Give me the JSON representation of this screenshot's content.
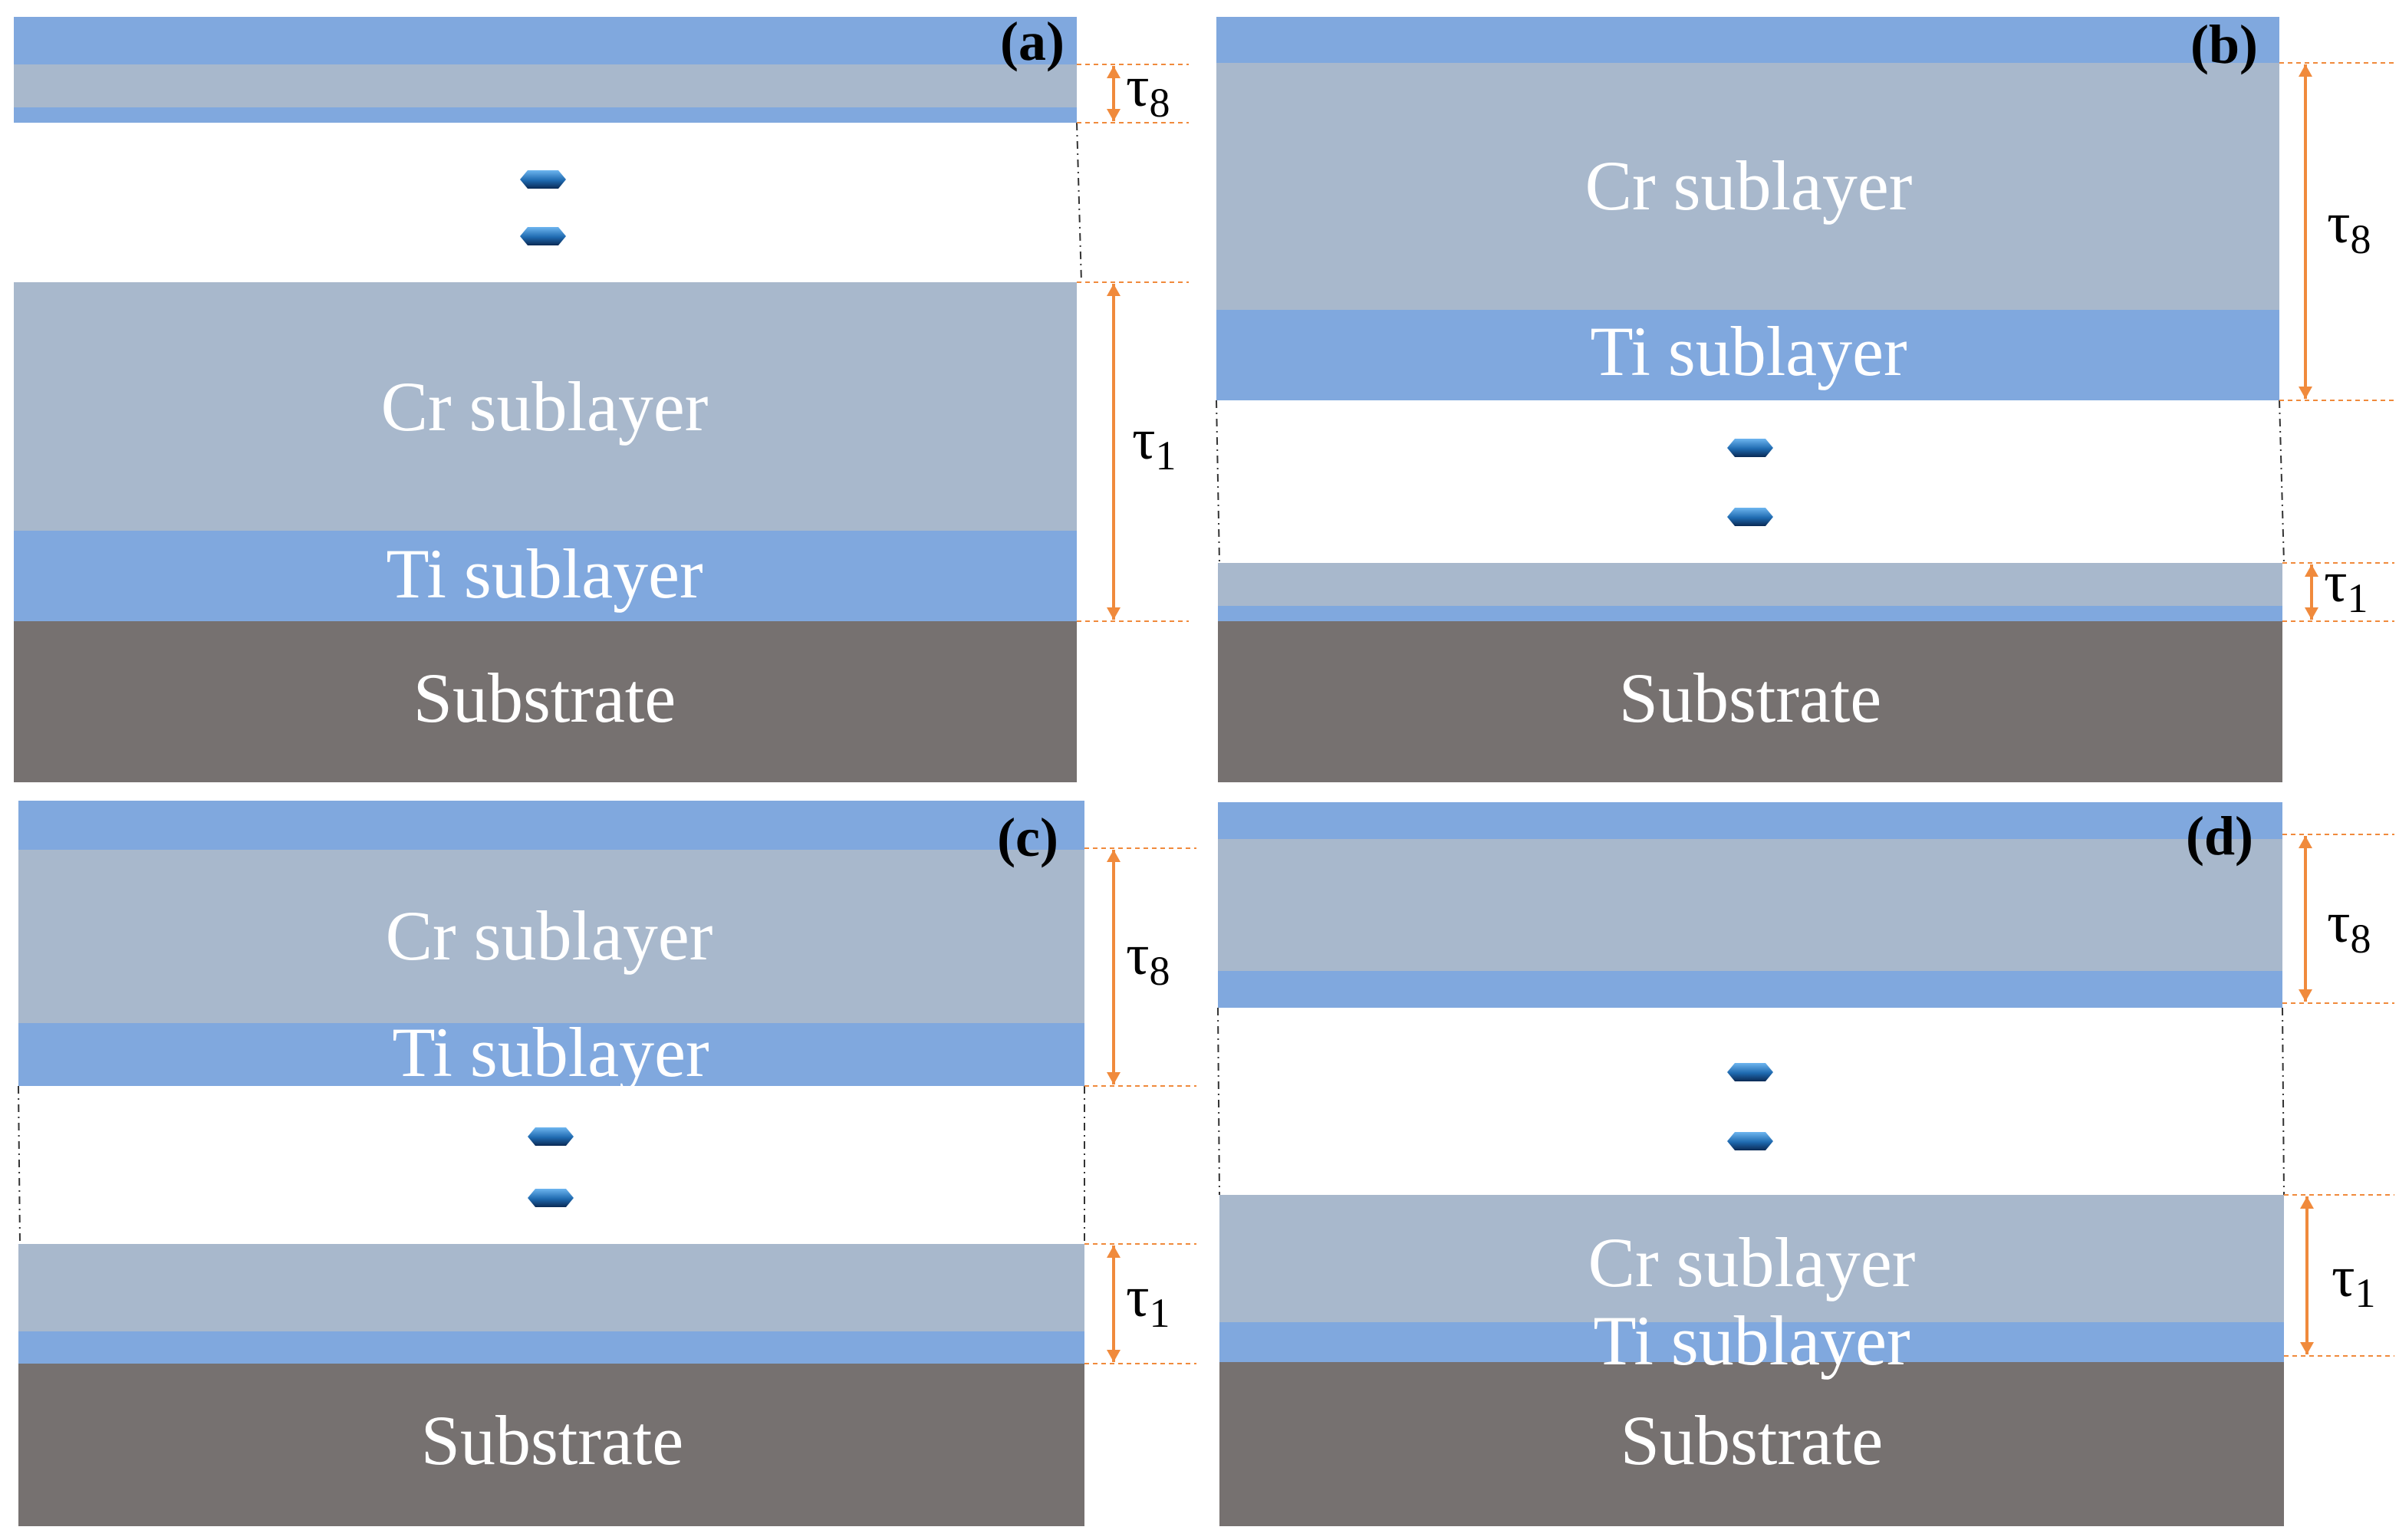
{
  "colors": {
    "ti_layer": "#80A8DE",
    "cr_layer": "#A8B8CC",
    "substrate": "#767170",
    "arrow": "#F08A3C",
    "layer_text": "#FFFFFF",
    "panel_label": "#000000",
    "dot_gradient": [
      "#6EB6F0",
      "#1F6AB0",
      "#0A2A55"
    ]
  },
  "labels": {
    "substrate": "Substrate",
    "cr": "Cr sublayer",
    "ti": "Ti sublayer",
    "tau_symbol": "τ",
    "tau_top_sub": "8",
    "tau_bottom_sub": "1"
  },
  "panels": [
    {
      "id": "a",
      "label": "(a)"
    },
    {
      "id": "b",
      "label": "(b)"
    },
    {
      "id": "c",
      "label": "(c)"
    },
    {
      "id": "d",
      "label": "(d)"
    }
  ]
}
